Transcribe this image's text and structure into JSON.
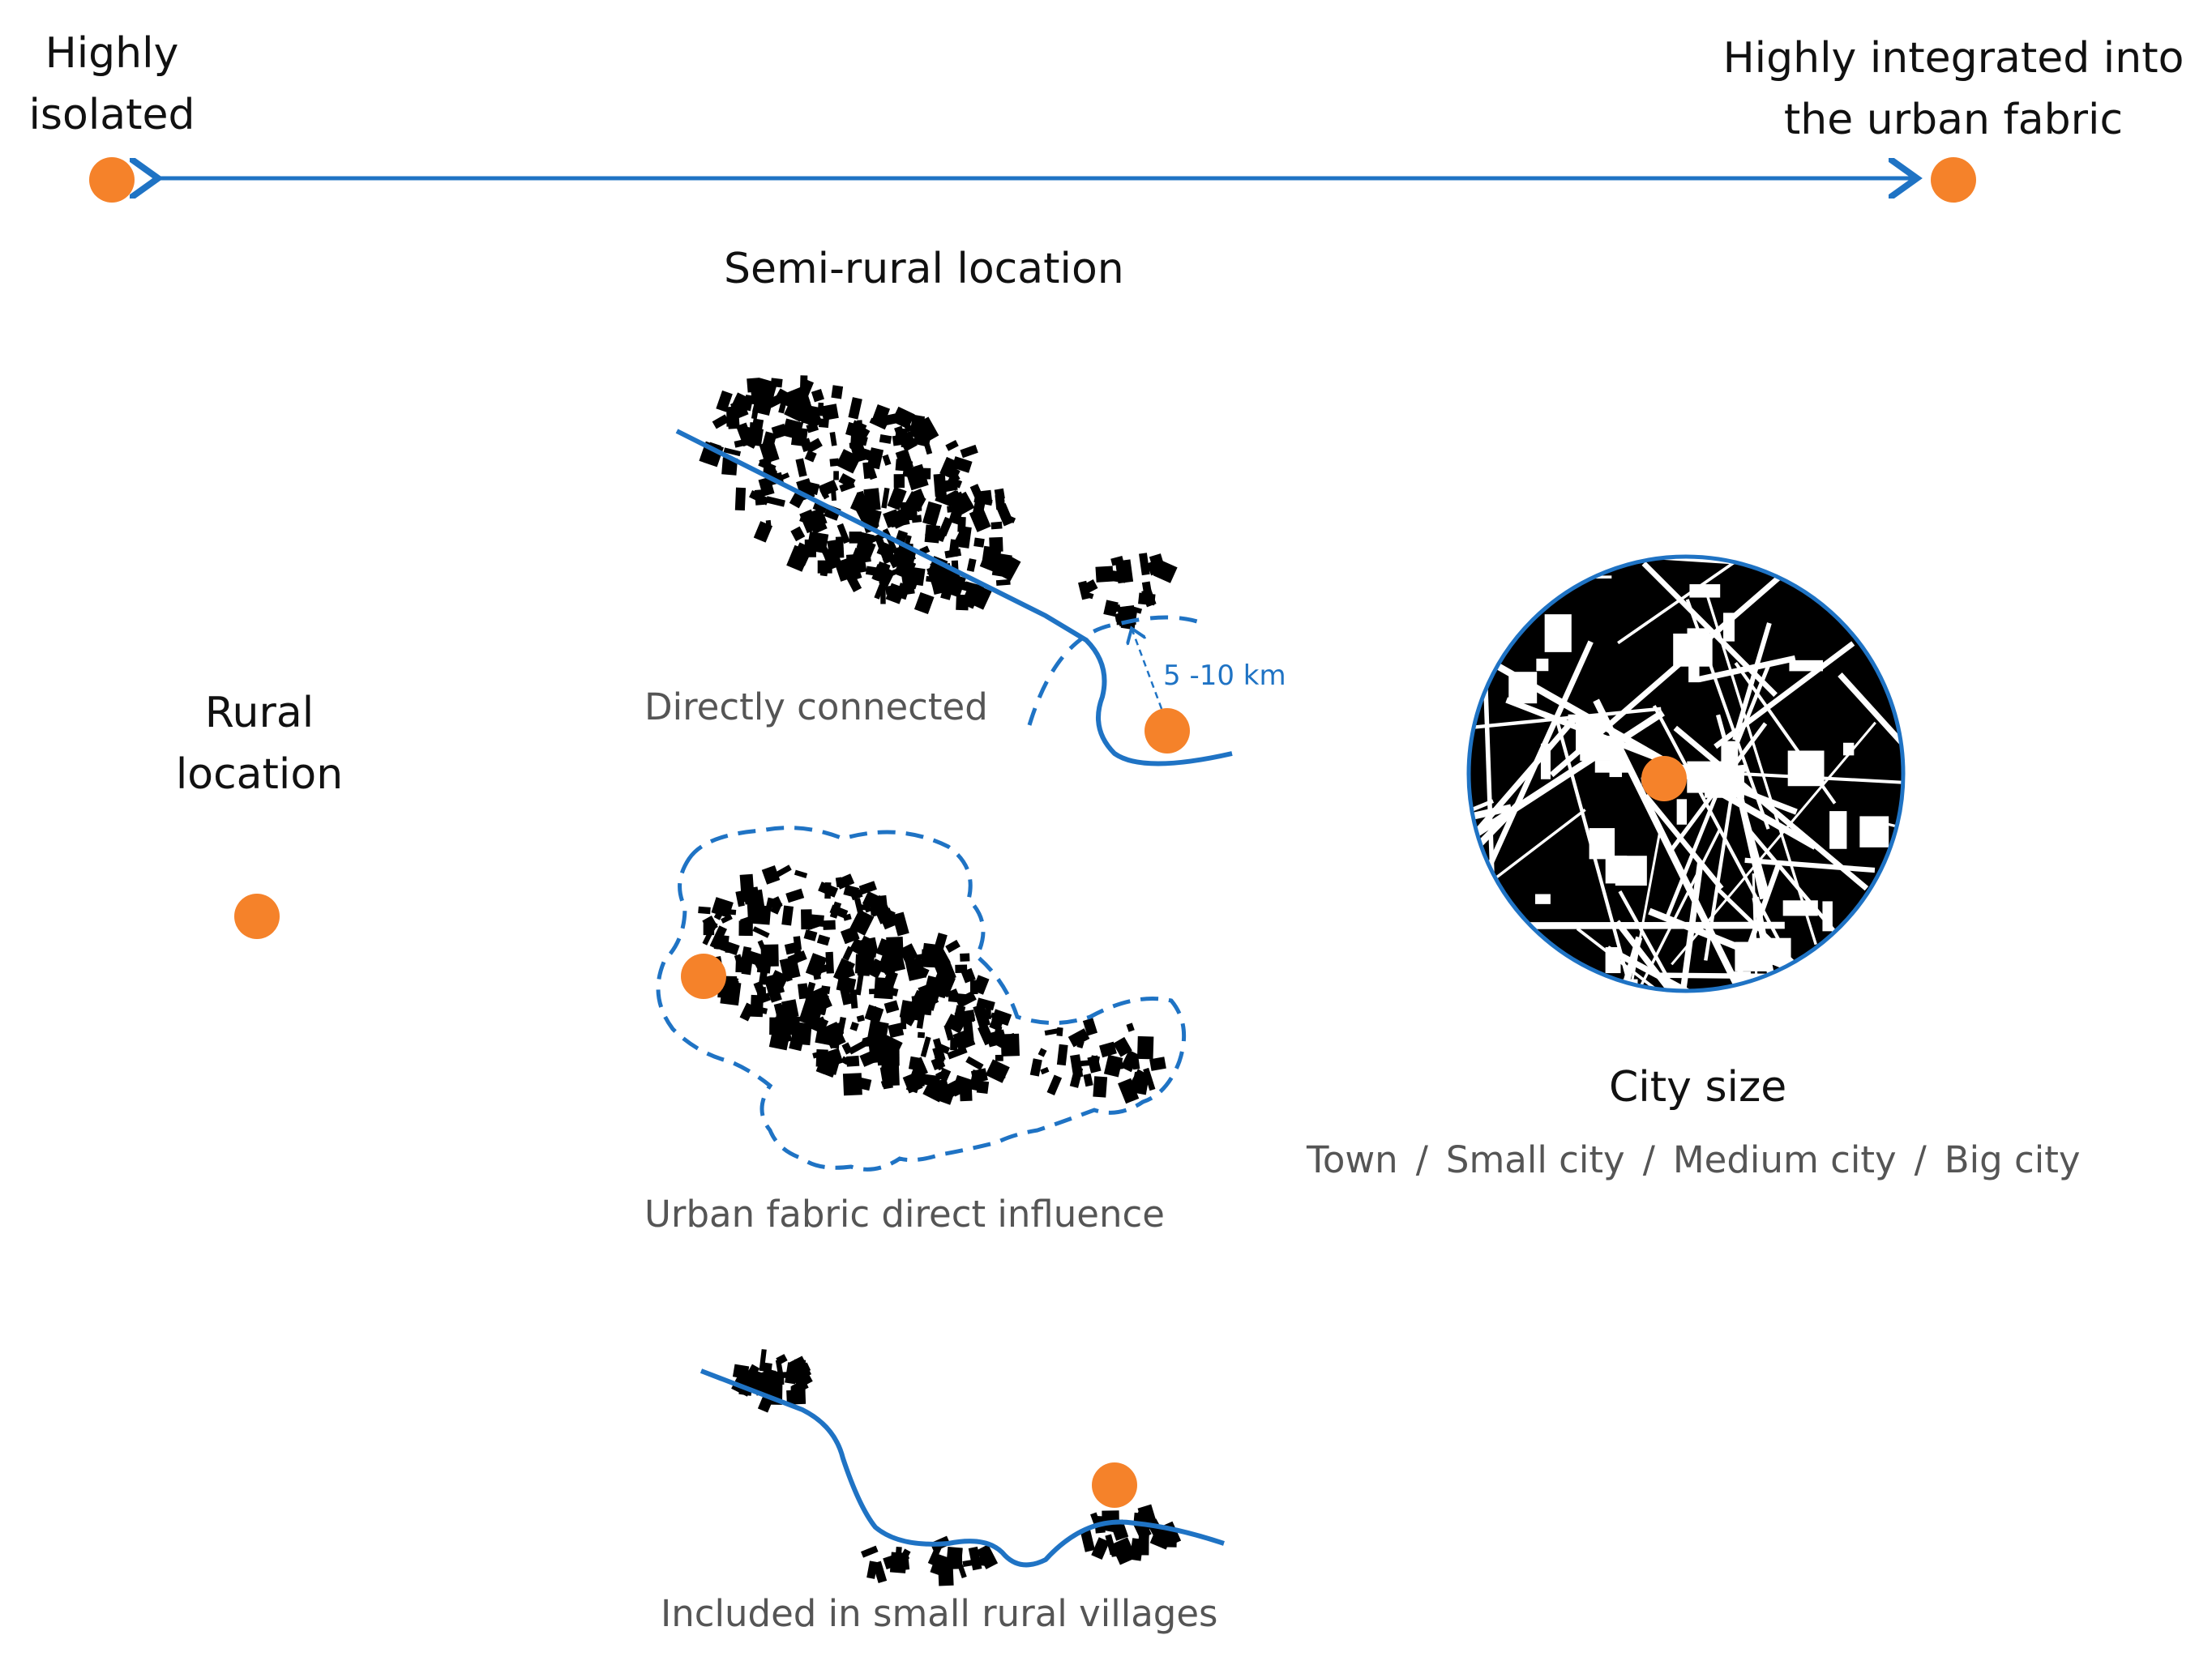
{
  "scale": {
    "left_label": "Highly\nisolated",
    "right_label": "Highly integrated  into\nthe urban fabric"
  },
  "rural": {
    "label": "Rural\nlocation"
  },
  "semi_rural": {
    "title": "Semi-rural location",
    "directly_connected": "Directly connected",
    "distance": "5 -10 km",
    "urban_fabric": "Urban fabric direct influence",
    "small_villages": "Included in small rural villages"
  },
  "city": {
    "title": "City size",
    "sizes": [
      "Town",
      "Small city",
      "Medium city",
      "Big city"
    ],
    "separator": "/"
  },
  "colors": {
    "accent": "#f5822a",
    "line": "#1f73c4",
    "buildings": "#000000"
  }
}
